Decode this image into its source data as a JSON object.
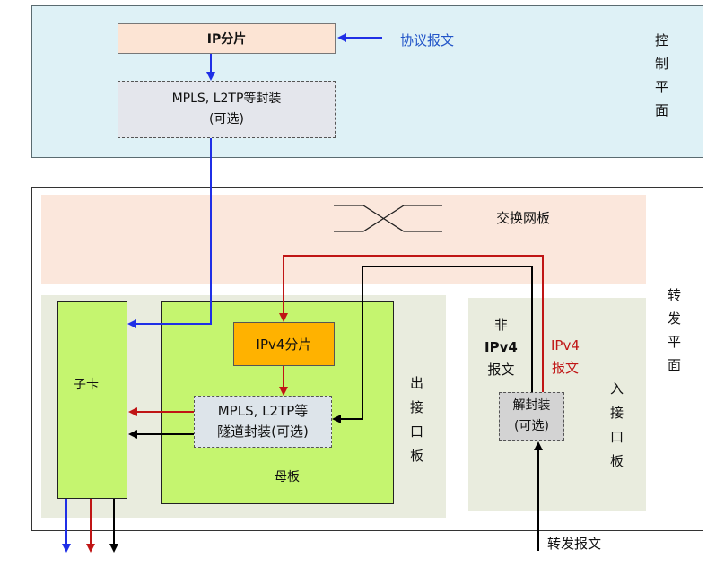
{
  "control_plane": {
    "ip_fragment": "IP分片",
    "protocol_packet": "协议报文",
    "encap_line1": "MPLS, L2TP等封装",
    "encap_line2": "(可选)",
    "label_chars": [
      "控",
      "制",
      "平",
      "面"
    ]
  },
  "forwarding_plane": {
    "switch_board": "交换网板",
    "subcard": "子卡",
    "ipv4_fragment": "IPv4分片",
    "tunnel_line1": "MPLS, L2TP等",
    "tunnel_line2": "隧道封装(可选)",
    "motherboard": "母板",
    "egress_chars": [
      "出",
      "接",
      "口",
      "板"
    ],
    "non_ipv4_chars": [
      "非",
      "IPv4",
      "报文"
    ],
    "ipv4_packet_chars": [
      "IPv4",
      "报文"
    ],
    "decap_line1": "解封装",
    "decap_line2": "(可选)",
    "ingress_chars": [
      "入",
      "接",
      "口",
      "板"
    ],
    "label_chars": [
      "转",
      "发",
      "平",
      "面"
    ],
    "forward_packet": "转发报文"
  },
  "colors": {
    "blue_arrow": "#1f2fe6",
    "red_arrow": "#c01515",
    "black_arrow": "#000000",
    "control_bg": "#def1f6",
    "switch_bg": "#fbe7dc",
    "board_bg": "#e9ecde",
    "green_box": "#c5f56f",
    "orange_box": "#ffb200"
  }
}
